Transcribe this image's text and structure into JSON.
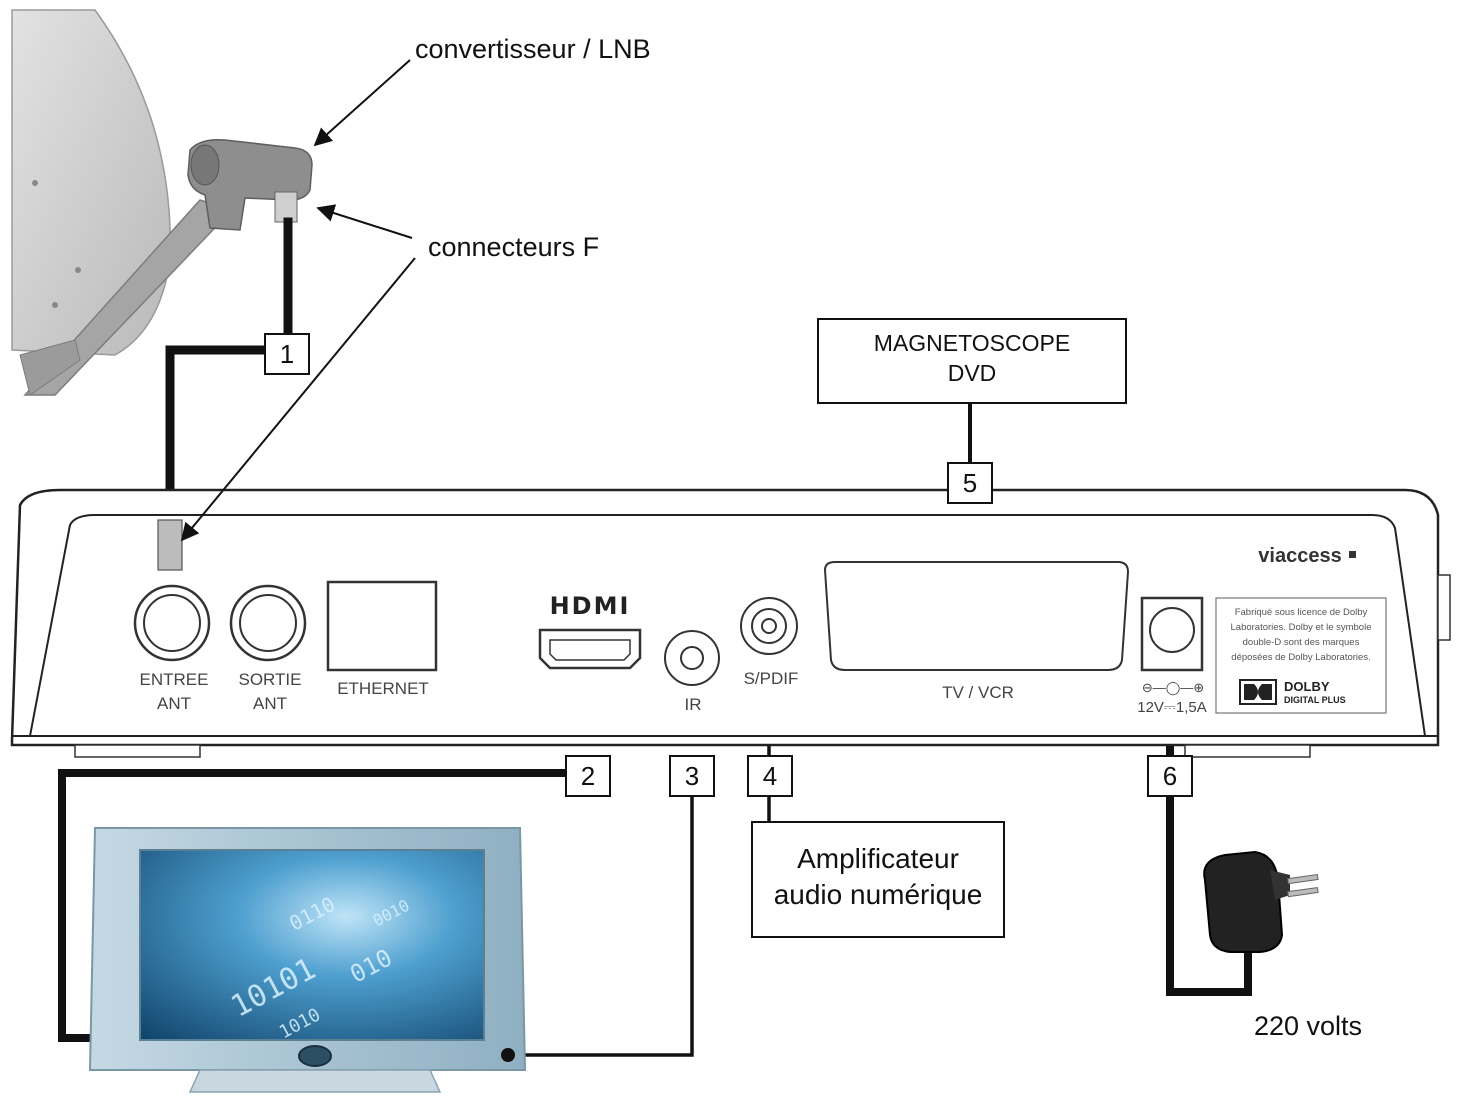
{
  "labels": {
    "lnb": "convertisseur / LNB",
    "f_connectors": "connecteurs F",
    "amplifier_line1": "Amplificateur",
    "amplifier_line2": "audio numérique",
    "vcr_line1": "MAGNETOSCOPE",
    "vcr_line2": "DVD",
    "mains": "220 volts"
  },
  "receiver": {
    "brand": "viaccess",
    "ports": {
      "entree_line1": "ENTREE",
      "entree_line2": "ANT",
      "sortie_line1": "SORTIE",
      "sortie_line2": "ANT",
      "ethernet": "ETHERNET",
      "hdmi_logo": "HDMI",
      "ir": "IR",
      "spdif": "S/PDIF",
      "scart": "TV / VCR",
      "power": "12V⎓1,5A"
    },
    "dolby_notice": [
      "Fabriqué sous licence de Dolby",
      "Laboratories. Dolby et le symbole",
      "double-D sont des marques",
      "déposées de Dolby Laboratories."
    ],
    "dolby_logo_line1": "DOLBY",
    "dolby_logo_line2": "DIGITAL PLUS"
  },
  "connections": [
    {
      "number": "1"
    },
    {
      "number": "2"
    },
    {
      "number": "3"
    },
    {
      "number": "4"
    },
    {
      "number": "5"
    },
    {
      "number": "6"
    }
  ],
  "tv_screen_text": [
    "10101",
    "0110",
    "010",
    "1010",
    "0010"
  ],
  "colors": {
    "cable": "#111111",
    "receiver_outline": "#222222",
    "dish": "#c9c9c9",
    "tv_frame": "#a9c4d3",
    "tv_screen": "#1d5f8c"
  }
}
